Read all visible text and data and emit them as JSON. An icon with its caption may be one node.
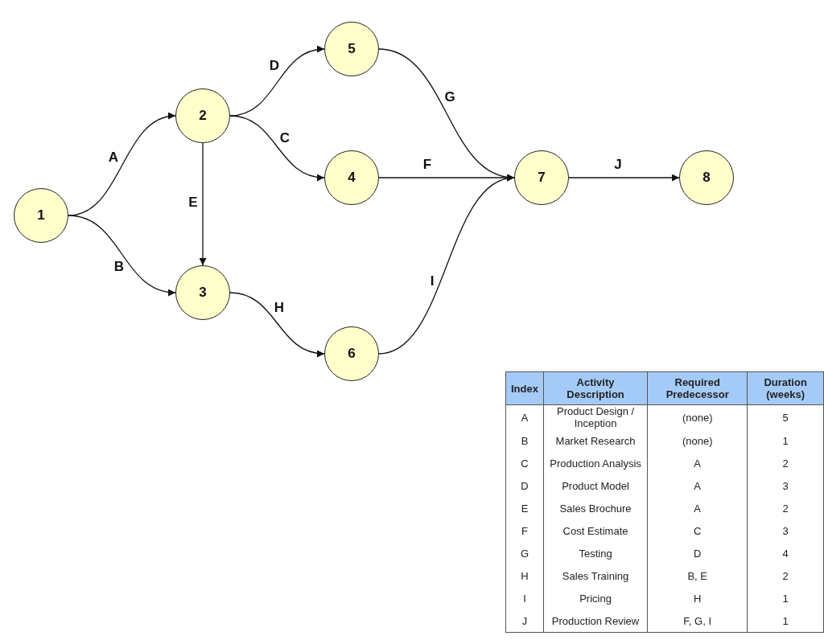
{
  "diagram": {
    "nodes": [
      {
        "text": [
          "1"
        ]
      },
      {
        "text": [
          "2"
        ]
      },
      {
        "text": [
          "3"
        ]
      },
      {
        "text": [
          "4"
        ]
      },
      {
        "text": [
          "5"
        ]
      },
      {
        "text": [
          "6"
        ]
      },
      {
        "text": [
          "7"
        ]
      },
      {
        "text": [
          "8"
        ]
      }
    ],
    "edges": [
      {
        "from": 0,
        "to": 1,
        "arrow": "to",
        "label": "A"
      },
      {
        "from": 0,
        "to": 2,
        "arrow": "to",
        "label": "B"
      },
      {
        "from": 1,
        "to": 3,
        "arrow": "to",
        "label": "C"
      },
      {
        "from": 1,
        "to": 4,
        "arrow": "to",
        "label": "D"
      },
      {
        "from": 1,
        "to": 2,
        "arrow": "to",
        "label": "E"
      },
      {
        "from": 3,
        "to": 6,
        "arrow": "to",
        "label": "F"
      },
      {
        "from": 4,
        "to": 6,
        "arrow": "to",
        "label": "G"
      },
      {
        "from": 2,
        "to": 5,
        "arrow": "to",
        "label": "H"
      },
      {
        "from": 5,
        "to": 6,
        "arrow": "to",
        "label": "I"
      },
      {
        "from": 6,
        "to": 7,
        "arrow": "to",
        "label": "J"
      }
    ],
    "labels": [
      "Index",
      "Activity Description",
      "Required Predecessor",
      "Duration (weeks)",
      "A",
      "Product Design / Inception",
      "(none)",
      "5",
      "B",
      "Market Research",
      "(none)",
      "1",
      "C",
      "Production Analysis",
      "A",
      "2",
      "D",
      "Product Model",
      "A",
      "3",
      "E",
      "Sales Brochure",
      "A",
      "2",
      "F",
      "Cost Estimate",
      "C",
      "3",
      "G",
      "Testing",
      "D",
      "4",
      "H",
      "Sales Training",
      "B, E",
      "2",
      "I",
      "Pricing",
      "H",
      "1",
      "J",
      "Production Review",
      "F, G, I",
      "1"
    ]
  }
}
